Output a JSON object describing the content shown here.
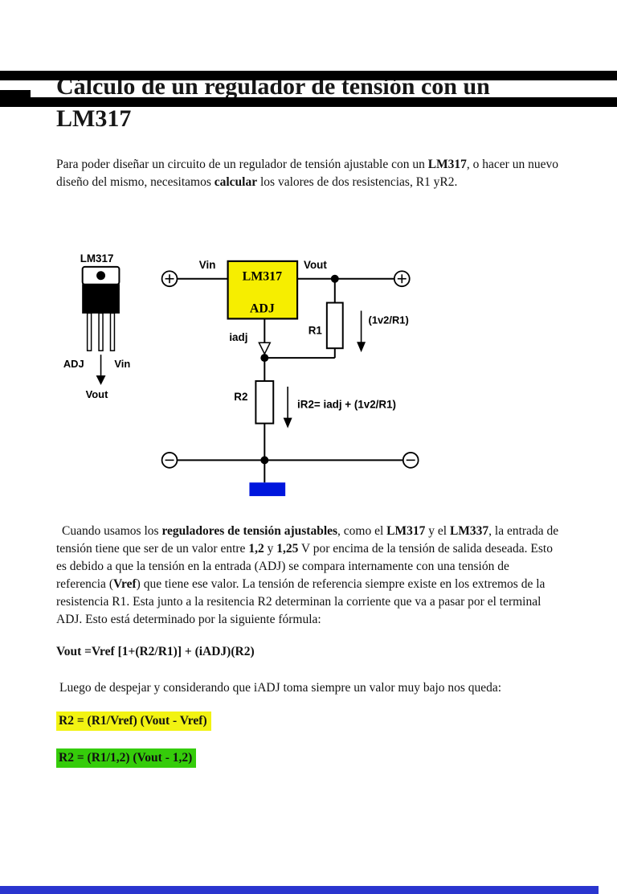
{
  "title": "Cálculo de un regulador de tensión con un LM317",
  "intro_segments": [
    {
      "t": "Para poder diseñar un circuito de un regulador de tensión ajustable con un ",
      "b": false
    },
    {
      "t": "LM317",
      "b": true
    },
    {
      "t": ", o hacer un nuevo diseño del mismo, necesitamos ",
      "b": false
    },
    {
      "t": "calcular",
      "b": true
    },
    {
      "t": " los valores de dos resistencias, R1 yR2.",
      "b": false
    }
  ],
  "explanation_segments": [
    {
      "t": "Cuando usamos los ",
      "b": false
    },
    {
      "t": "reguladores de tensión ajustables",
      "b": true
    },
    {
      "t": ", como el ",
      "b": false
    },
    {
      "t": "LM317",
      "b": true
    },
    {
      "t": " y el ",
      "b": false
    },
    {
      "t": "LM337",
      "b": true
    },
    {
      "t": ", la entrada de tensión tiene que ser de un valor entre ",
      "b": false
    },
    {
      "t": "1,2",
      "b": true
    },
    {
      "t": " y ",
      "b": false
    },
    {
      "t": "1,25",
      "b": true
    },
    {
      "t": " V por encima de la tensión de salida deseada. Esto es debido a que la tensión en la entrada (ADJ) se compara internamente con una tensión de referencia (",
      "b": false
    },
    {
      "t": "Vref",
      "b": true
    },
    {
      "t": ") que tiene ese valor. La tensión de referencia siempre existe en los extremos de la resistencia R1. Esta junto a la resitencia R2 determinan la corriente que va a pasar por el terminal ADJ. Esto está determinado por la siguiente fórmula:",
      "b": false
    }
  ],
  "formula": "Vout =Vref [1+(R2/R1)] + (iADJ)(R2)",
  "despeje_line": "Luego de despejar y considerando que iADJ toma siempre un valor muy bajo nos queda:",
  "result_yellow": "R2 = (R1/Vref) (Vout - Vref)",
  "result_green": "R2 = (R1/1,2) (Vout - 1,2)",
  "circuit": {
    "package_title": "LM317",
    "pin_adj": "ADJ",
    "pin_vin": "Vin",
    "pin_vout": "Vout",
    "node_vin": "Vin",
    "node_vout": "Vout",
    "ic_name": "LM317",
    "ic_pin_adj": "ADJ",
    "r1": "R1",
    "r2": "R2",
    "current_adj": "iadj",
    "current_r1": "(1v2/R1)",
    "current_r2": "iR2= iadj + (1v2/R1)"
  },
  "colors": {
    "bar_black": "#000000",
    "ic_fill": "#f6ee00",
    "ground_blue": "#0016dd",
    "footer_blue": "#2a35cf",
    "highlight_yellow": "#f2f312",
    "highlight_green": "#35cc0a"
  }
}
